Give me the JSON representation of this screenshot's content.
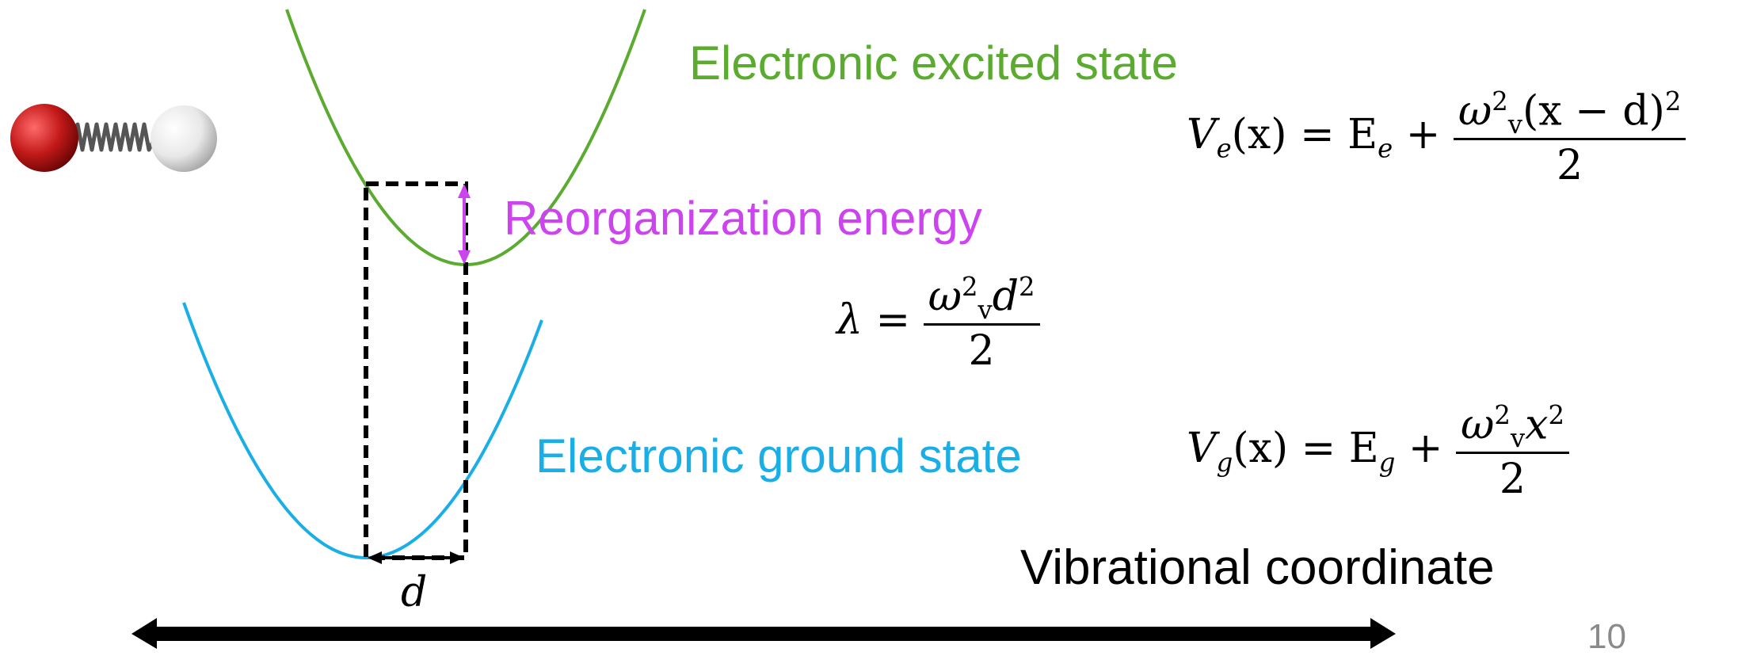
{
  "labels": {
    "excited_state": "Electronic excited state",
    "reorganization": "Reorganization energy",
    "ground_state": "Electronic ground state",
    "vibrational_coordinate": "Vibrational coordinate",
    "page_number": "10"
  },
  "equations": {
    "excited": {
      "lhs": "V",
      "lhs_sub": "e",
      "arg": "(x) = E",
      "const_sub": "e",
      "plus": " + ",
      "numerator": "ω",
      "num_sub": "v",
      "num_sup": "2",
      "num_rest": "(x − d)",
      "num_rest_sup": "2",
      "denominator": "2"
    },
    "lambda": {
      "lhs": "λ = ",
      "numerator": "ω",
      "num_sub": "v",
      "num_sup": "2",
      "num_rest": "d",
      "num_rest_sup": "2",
      "denominator": "2"
    },
    "ground": {
      "lhs": "V",
      "lhs_sub": "g",
      "arg": "(x) = E",
      "const_sub": "g",
      "plus": " + ",
      "numerator": "ω",
      "num_sub": "v",
      "num_sup": "2",
      "num_rest": "x",
      "num_rest_sup": "2",
      "denominator": "2"
    },
    "displacement": "d"
  },
  "colors": {
    "excited": "#5aab2f",
    "ground": "#1aaee6",
    "reorganization": "#cc44ee",
    "dashed_box": "#000000",
    "axis": "#000000",
    "molecule_oxygen": "#c41a1a",
    "molecule_hydrogen": "#f0f0f0",
    "spring": "#555555"
  },
  "icons": {
    "molecule": "diatomic-molecule-spring-icon"
  }
}
